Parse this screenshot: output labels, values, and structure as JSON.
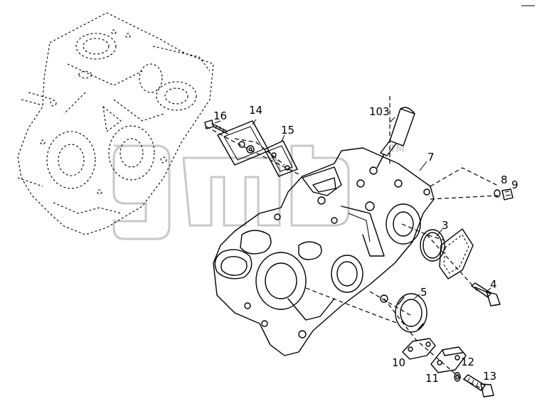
{
  "labels": {
    "p3": "3",
    "p4": "4",
    "p5": "5",
    "p7": "7",
    "p8": "8",
    "p9": "9",
    "p10": "10",
    "p11": "11",
    "p12": "12",
    "p13": "13",
    "p14": "14",
    "p15": "15",
    "p16": "16",
    "p103": "103"
  },
  "watermark": {
    "trademark": "TM"
  }
}
